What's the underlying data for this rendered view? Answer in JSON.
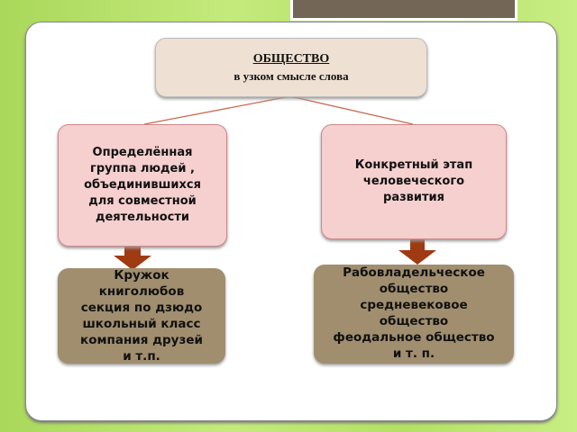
{
  "root": {
    "title": "ОБЩЕСТВО",
    "subtitle": "в узком смысле слова"
  },
  "left": {
    "definition": [
      "Определённая",
      "группа людей ,",
      "объединившихся",
      "для совместной",
      "деятельности"
    ],
    "examples": [
      "Кружок",
      "книголюбов",
      "секция по дзюдо",
      "школьный класс",
      "компания друзей",
      "и т.п."
    ]
  },
  "right": {
    "definition": [
      "Конкретный этап",
      "человеческого",
      "развития"
    ],
    "examples": [
      "Рабовладельческое",
      "общество",
      "средневековое",
      "общество",
      "феодальное общество",
      "и т.  п."
    ]
  }
}
